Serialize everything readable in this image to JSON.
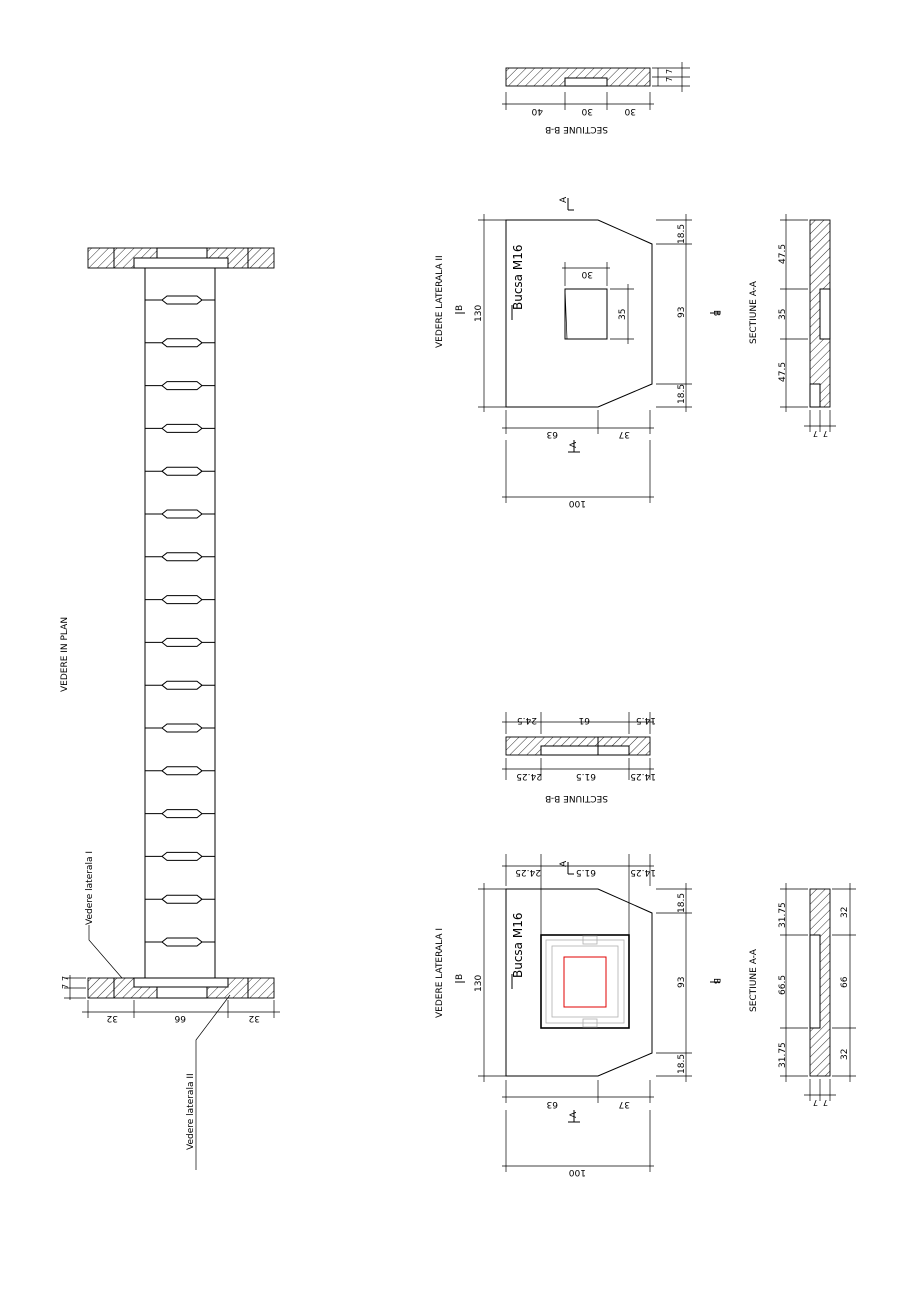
{
  "plan": {
    "title": "VEDERE IN PLAN",
    "view1_label": "Vedere laterala I",
    "view2_label": "Vedere laterala II",
    "dims": [
      "32",
      "66",
      "32"
    ],
    "thickness": [
      "7",
      "7"
    ]
  },
  "view_top": {
    "title": "VEDERE LATERALA II",
    "socket_label": "Bucsa M16",
    "dim_height": "130",
    "dim_bottom": [
      "63",
      "37"
    ],
    "dim_width": "100",
    "dim_right": [
      "18.5",
      "93",
      "18.5"
    ],
    "opening_width": "30",
    "opening_height": "35",
    "cut_a": "A",
    "cut_b": "B",
    "section_bb": {
      "title": "SECTIUNE B-B",
      "dims": [
        "40",
        "30",
        "30"
      ],
      "thickness": [
        "7",
        "7"
      ]
    },
    "section_aa": {
      "title": "SECTIUNE A-A",
      "dims": [
        "47.5",
        "35",
        "47.5"
      ],
      "thickness": [
        "7",
        "7"
      ]
    }
  },
  "view_bottom": {
    "title": "VEDERE LATERALA I",
    "socket_label": "Bucsa M16",
    "dim_height": "130",
    "dim_bottom": [
      "63",
      "37"
    ],
    "dim_width": "100",
    "dim_right": [
      "18.5",
      "93",
      "18.5"
    ],
    "dim_top": [
      "24.25",
      "61.5",
      "14.25"
    ],
    "cut_a": "A",
    "cut_b": "B",
    "accent_color": "#e00000",
    "section_bb": {
      "title": "SECTIUNE B-B",
      "dims_top": [
        "24.5",
        "61",
        "14.5"
      ],
      "dims_bottom": [
        "24.25",
        "61.5",
        "14.25"
      ]
    },
    "section_aa": {
      "title": "SECTIUNE A-A",
      "dims_left": [
        "31.75",
        "66.5",
        "31.75"
      ],
      "dims_right": [
        "32",
        "66",
        "32"
      ],
      "thickness": [
        "7",
        "7"
      ]
    }
  }
}
